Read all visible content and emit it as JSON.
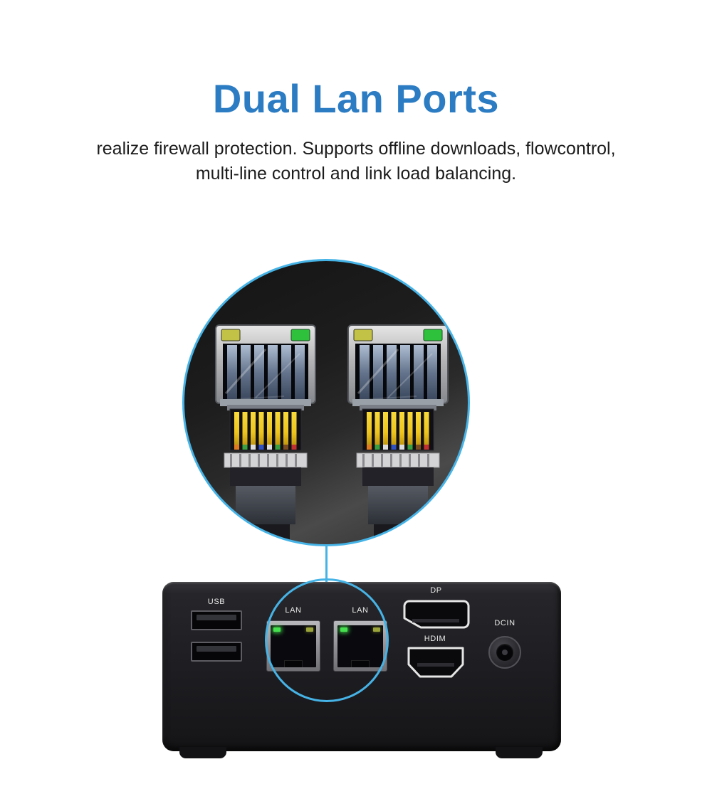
{
  "header": {
    "title": "Dual Lan Ports",
    "subtitle_line1": "realize firewall protection. Supports offline downloads, flowcontrol,",
    "subtitle_line2": "multi-line control and link load balancing."
  },
  "device": {
    "labels": {
      "usb": "USB",
      "lan1": "LAN",
      "lan2": "LAN",
      "dp": "DP",
      "hdmi": "HDIM",
      "dcin": "DCIN"
    }
  },
  "icons": {
    "zoom_circle": "rj45-ports-closeup",
    "highlight_circle": "lan-ports-highlight"
  },
  "colors": {
    "title_blue": "#2b7cc3",
    "callout_blue": "#46b3e6",
    "device_black": "#1d1d21",
    "led_green": "#46e14e",
    "led_yellow": "#b9b93c",
    "pin_gold": "#eec51e"
  }
}
